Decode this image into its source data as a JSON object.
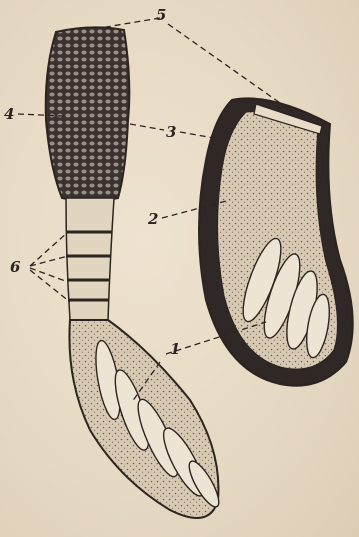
{
  "diagram": {
    "labels": [
      {
        "id": "1",
        "text": "1"
      },
      {
        "id": "2",
        "text": "2"
      },
      {
        "id": "3",
        "text": "3"
      },
      {
        "id": "4",
        "text": "4"
      },
      {
        "id": "5",
        "text": "5"
      },
      {
        "id": "6",
        "text": "6"
      }
    ]
  },
  "colors": {
    "paper": "#e8dcc8",
    "ink": "#2b2420",
    "dark_fill": "#3a3230"
  }
}
